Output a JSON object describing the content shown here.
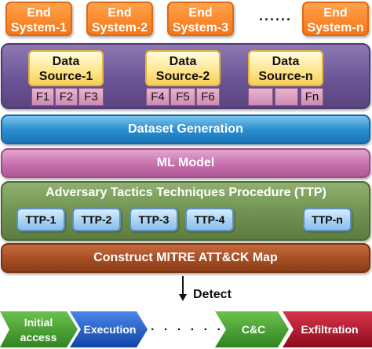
{
  "end_systems": [
    {
      "line1": "End",
      "line2": "System-1"
    },
    {
      "line1": "End",
      "line2": "System-2"
    },
    {
      "line1": "End",
      "line2": "System-3"
    },
    {
      "line1": "End",
      "line2": "System-n"
    }
  ],
  "end_systems_ellipsis": "......",
  "data_sources": [
    {
      "line1": "Data",
      "line2": "Source-1",
      "features": [
        "F1",
        "F2",
        "F3"
      ]
    },
    {
      "line1": "Data",
      "line2": "Source-2",
      "features": [
        "F4",
        "F5",
        "F6"
      ]
    },
    {
      "line1": "Data",
      "line2": "Source-n",
      "features": [
        "",
        "",
        "Fn"
      ]
    }
  ],
  "dataset_generation": "Dataset Generation",
  "ml_model": "ML Model",
  "ttp": {
    "title": "Adversary Tactics Techniques Procedure (TTP)",
    "items": [
      "TTP-1",
      "TTP-2",
      "TTP-3",
      "TTP-4",
      "TTP-n"
    ]
  },
  "mitre_map": "Construct MITRE ATT&CK Map",
  "detect": "Detect",
  "tactics": {
    "initial_line1": "Initial",
    "initial_line2": "access",
    "execution": "Execution",
    "ellipsis": ". . . . . .",
    "cc": "C&C",
    "exfiltration": "Exfiltration"
  },
  "colors": {
    "chevron_green": "#3f9a2c",
    "chevron_blue": "#1f5fc8",
    "chevron_red": "#b3132b",
    "detect_arrow": "#111111"
  }
}
